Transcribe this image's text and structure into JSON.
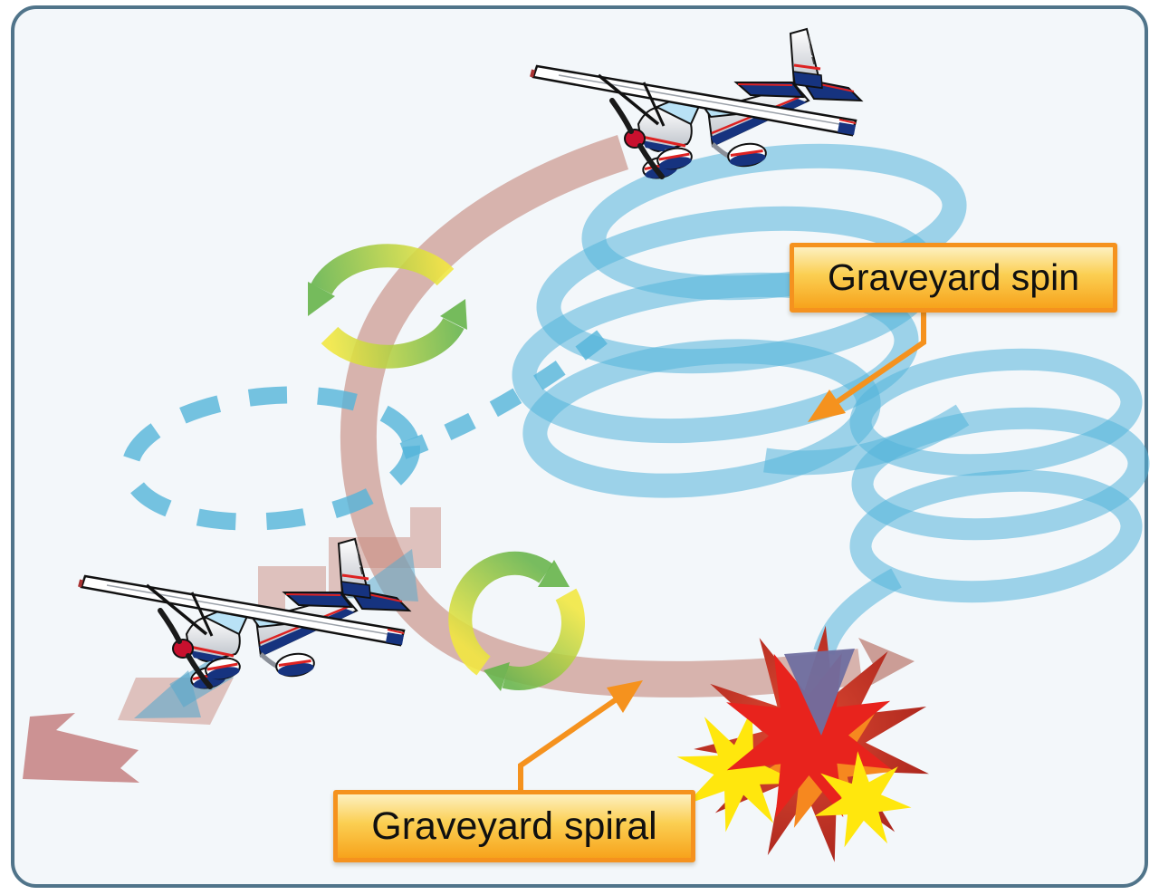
{
  "figure": {
    "title_hidden": "",
    "type": "aviation-spatial-disorientation-diagram",
    "background_color": "#f3f7fa",
    "frame_border_color": "#50748a",
    "labels": {
      "spin": "Graveyard spin",
      "spiral": "Graveyard spiral"
    },
    "label_style": {
      "border": "#f5921e",
      "fill_top": "#fdf0c0",
      "fill_bottom": "#f7a31c",
      "text_color": "#101010"
    },
    "colors": {
      "spin_path": "#54b4da",
      "spiral_path": "#c5897e",
      "spiral_arrowhead": "#bd7f74",
      "rotation_yellow": "#f2e73e",
      "rotation_green": "#67b44a",
      "leader": "#f5921e",
      "explosion_red": "#e8231d",
      "explosion_dark_red": "#9c1c17",
      "explosion_orange": "#f6881f",
      "explosion_yellow": "#ffe70d",
      "impact_arrow": "#6f6fa0",
      "descent_blue": "#5aa9cc",
      "descent_pink": "#c98b80"
    },
    "icons": [
      "airplane-icon",
      "spin-coil-icon",
      "spiral-path-icon",
      "dashed-orbit-icon",
      "rotation-arrows-icon",
      "explosion-icon",
      "impact-arrow-icon",
      "descent-chevrons-icon"
    ]
  }
}
